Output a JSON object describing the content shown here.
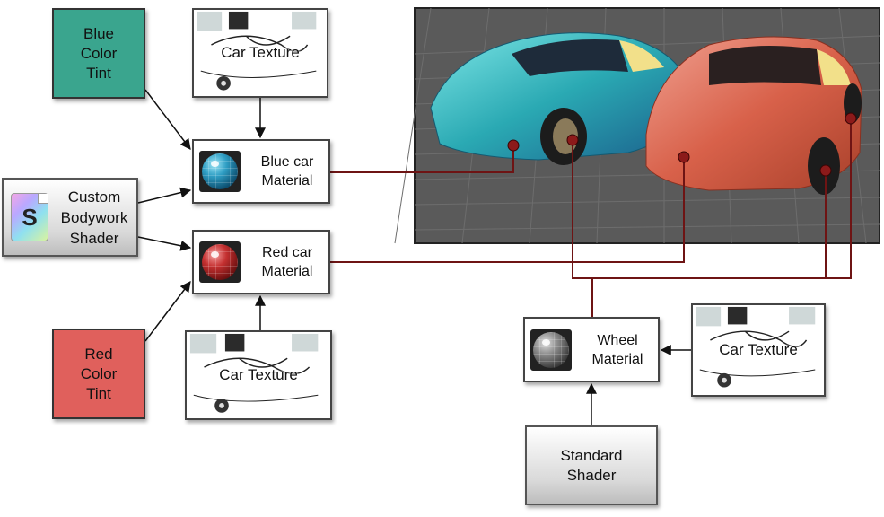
{
  "nodes": {
    "blue_tint": {
      "label": "Blue\nColor\nTint",
      "color": "#3aa58e"
    },
    "red_tint": {
      "label": "Red\nColor\nTint",
      "color": "#e0605c"
    },
    "custom_shader": {
      "label": "Custom\nBodywork\nShader",
      "icon_text": "S",
      "icon": "shader-icon"
    },
    "standard_shader": {
      "label": "Standard\nShader"
    },
    "blue_material": {
      "label": "Blue car\nMaterial"
    },
    "red_material": {
      "label": "Red car\nMaterial"
    },
    "wheel_material": {
      "label": "Wheel\nMaterial"
    },
    "texture_top": {
      "label": "Car Texture"
    },
    "texture_bottom": {
      "label": "Car Texture"
    },
    "texture_right": {
      "label": "Car Texture"
    }
  },
  "colors": {
    "connector": "#6e1414",
    "arrow": "#111111",
    "blue_car": "#2aa9b3",
    "red_car": "#d8614a",
    "viewport_bg": "#5a5a5a"
  }
}
